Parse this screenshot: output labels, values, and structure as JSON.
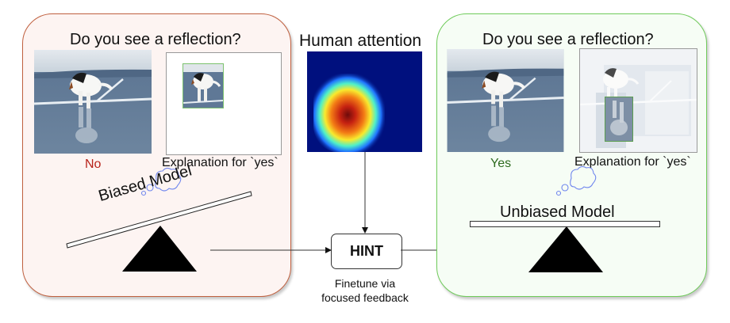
{
  "left_panel": {
    "question": "Do you see a reflection?",
    "answer": "No",
    "explanation_caption": "Explanation for `yes`",
    "model_label": "Biased Model",
    "answer_color": "#b8231b",
    "border_color": "#c0603f",
    "background": "#fdf4f2"
  },
  "center": {
    "attention_title": "Human attention",
    "hint_label": "HINT",
    "hint_caption_line1": "Finetune via",
    "hint_caption_line2": "focused feedback"
  },
  "right_panel": {
    "question": "Do you see a reflection?",
    "answer": "Yes",
    "explanation_caption": "Explanation for `yes`",
    "model_label": "Unbiased Model",
    "answer_color": "#2e6b1f",
    "border_color": "#6fcb5a",
    "background": "#f6fdf5"
  },
  "icons": {
    "thought_bubble": "thought-bubble-icon",
    "fulcrum": "triangle-fulcrum-icon",
    "arrow": "arrow-right-icon"
  }
}
